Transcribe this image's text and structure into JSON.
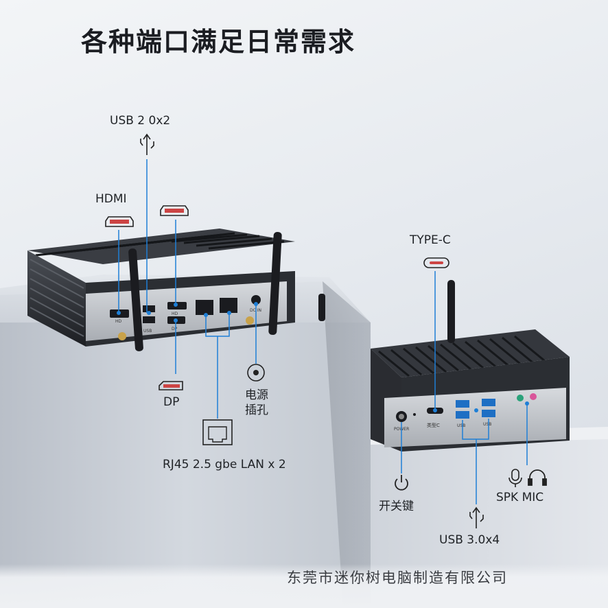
{
  "title": "各种端口满足日常需求",
  "labels": {
    "usb2": "USB 2 0x2",
    "hdmi": "HDMI",
    "dp": "DP",
    "rj45": "RJ45 2.5 gbe LAN x 2",
    "power_jack": "电源\n插孔",
    "type_c": "TYPE-C",
    "power_button": "开关键",
    "audio": "SPK MIC",
    "usb3": "USB 3.0x4"
  },
  "device_markings": {
    "hd1": "HD",
    "usb": "USB",
    "hd2": "HD",
    "dp": "DP",
    "dc_in": "DC IN",
    "power": "POWER",
    "typec": "类型C",
    "usb_a": "USB",
    "usb_b": "USB"
  },
  "footer": "东莞市迷你树电脑制造有限公司",
  "colors": {
    "accent": "#1e7fd6",
    "chassis": "#2b2e33",
    "pedestal": "#c9ced6"
  }
}
